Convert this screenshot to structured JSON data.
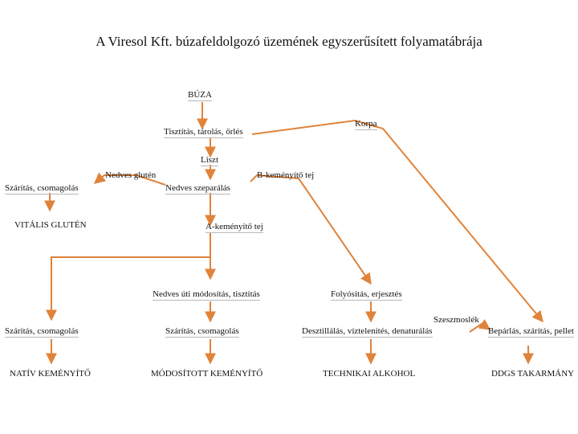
{
  "title": "A Viresol Kft. búzafeldolgozó üzemének egyszerűsített folyamatábrája",
  "nodes": {
    "buza": "BÚZA",
    "korpa": "Korpa",
    "tisztitas": "Tisztítás, tárolás, őrlés",
    "liszt": "Liszt",
    "nedves_gluten": "Nedves glutén",
    "b_kemenyito": "B-keményítő tej",
    "szaritas1": "Szárítás, csomagolás",
    "nedves_szeparalas": "Nedves szeparálás",
    "vitalis_gluten": "VITÁLIS GLUTÉN",
    "a_kemenyito": "A-keményítő tej",
    "nedves_uti": "Nedves úti módosítás, tisztítás",
    "folyositas": "Folyósítás, erjesztés",
    "szeszmoslek": "Szeszmoslék",
    "szaritas2": "Szárítás, csomagolás",
    "szaritas3": "Szárítás, csomagolás",
    "desztillalas": "Desztillálás, víztelenítés, denaturálás",
    "beparlas": "Bepárlás, szárítás, pellet",
    "nativ": "NATÍV KEMÉNYÍTŐ",
    "modositott": "MÓDOSÍTOTT KEMÉNYÍTŐ",
    "technikai": "TECHNIKAI ALKOHOL",
    "ddgs": "DDGS TAKARMÁNY"
  },
  "colors": {
    "arrow": "#e0833a",
    "underline": "#b8b8b8"
  }
}
